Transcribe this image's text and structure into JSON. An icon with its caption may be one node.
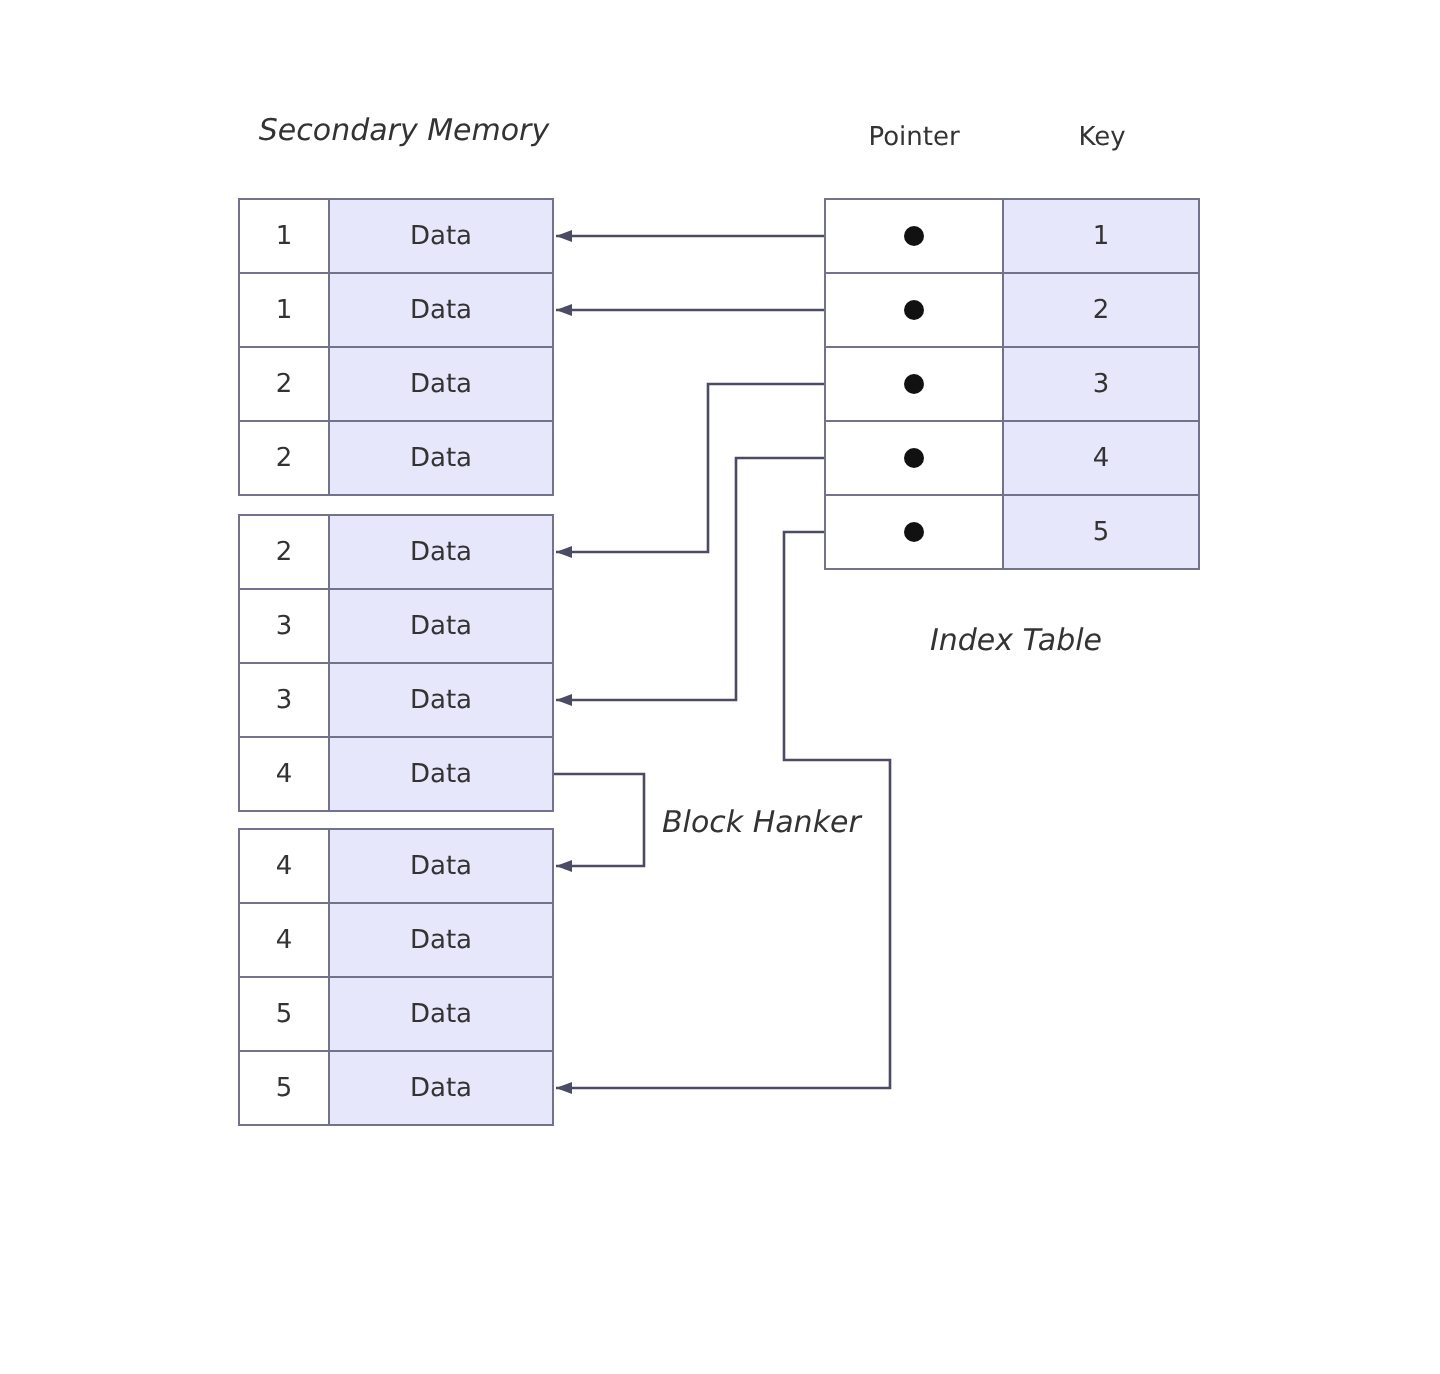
{
  "diagram": {
    "nodes": [
      {
        "text": [
          "1",
          "Data"
        ]
      },
      {
        "text": [
          "1",
          "Data"
        ]
      },
      {
        "text": [
          "2",
          "Data"
        ]
      },
      {
        "text": [
          "2",
          "Data"
        ]
      },
      {
        "text": [
          "2",
          "Data"
        ]
      },
      {
        "text": [
          "3",
          "Data"
        ]
      },
      {
        "text": [
          "3",
          "Data"
        ]
      },
      {
        "text": [
          "4",
          "Data"
        ]
      },
      {
        "text": [
          "4",
          "Data"
        ]
      },
      {
        "text": [
          "4",
          "Data"
        ]
      },
      {
        "text": [
          "5",
          "Data"
        ]
      },
      {
        "text": [
          "5",
          "Data"
        ]
      },
      {
        "text": [
          "1"
        ]
      },
      {
        "text": [
          "2"
        ]
      },
      {
        "text": [
          "3"
        ]
      },
      {
        "text": [
          "4"
        ]
      },
      {
        "text": [
          "5"
        ]
      }
    ],
    "edges": [
      {
        "from": 12,
        "to": 0,
        "arrow": "to"
      },
      {
        "from": 13,
        "to": 1,
        "arrow": "to"
      },
      {
        "from": 14,
        "to": 4,
        "arrow": "to"
      },
      {
        "from": 15,
        "to": 6,
        "arrow": "to"
      },
      {
        "from": 16,
        "to": 11,
        "arrow": "to"
      },
      {
        "from": 7,
        "to": 8,
        "arrow": "to",
        "label": "Block Hanker"
      }
    ],
    "labels": [
      "Secondary Memory",
      "Pointer",
      "Key",
      "Index Table"
    ]
  }
}
